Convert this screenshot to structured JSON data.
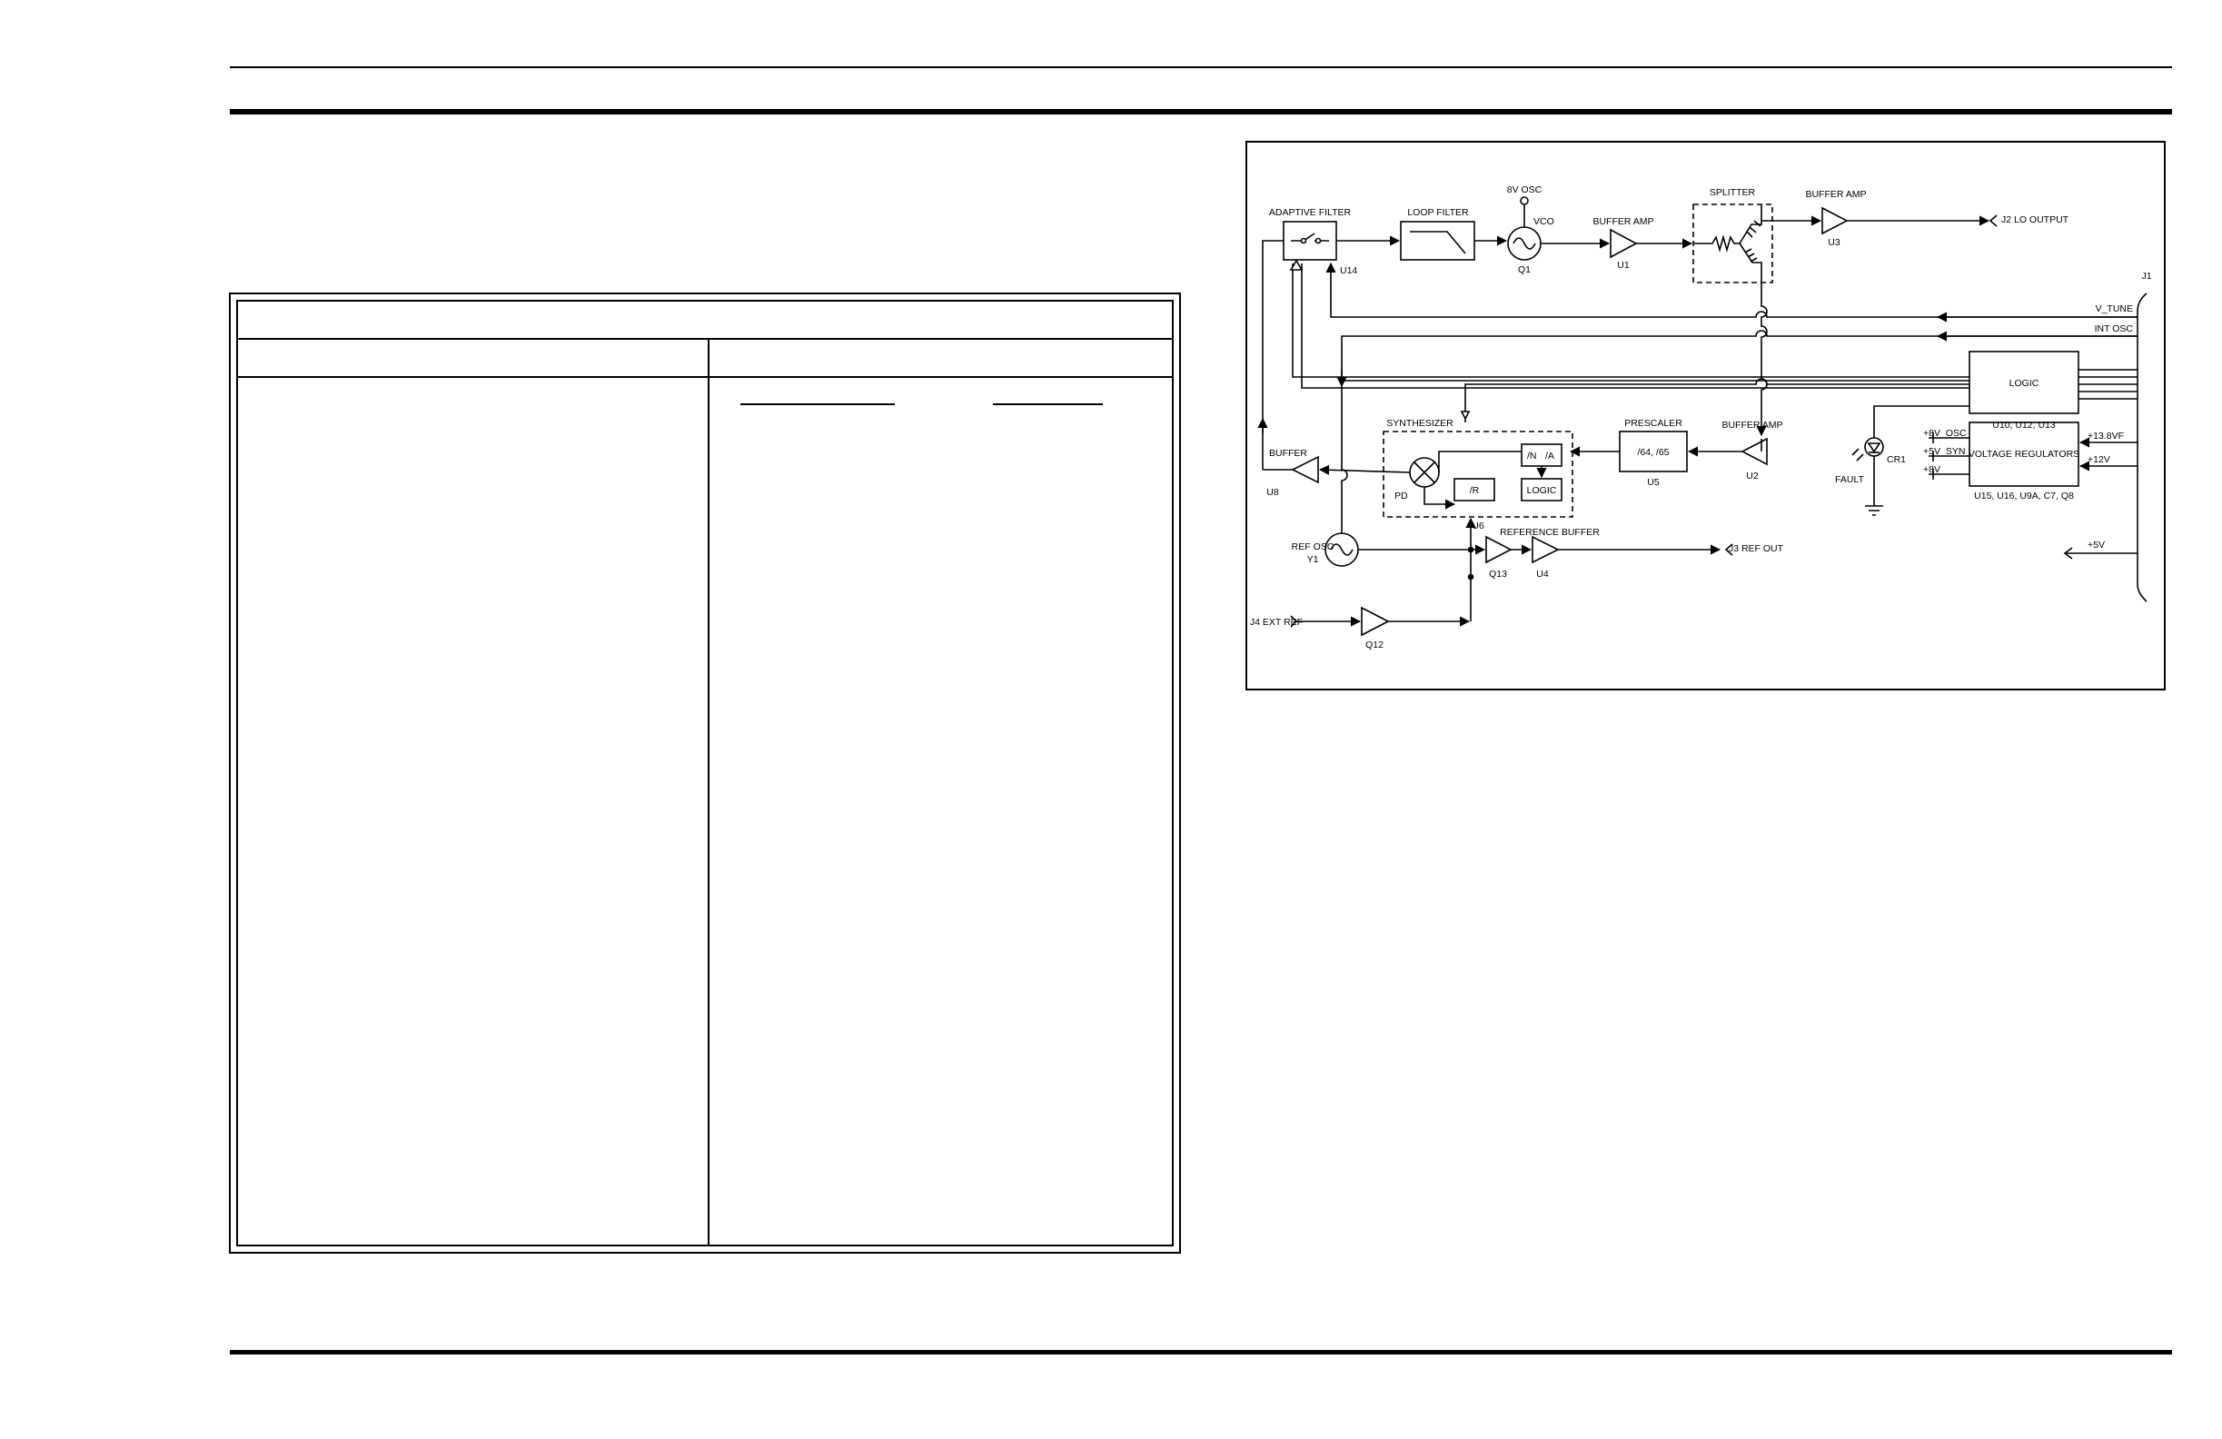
{
  "diagram": {
    "labels": {
      "adaptive_filter": "ADAPTIVE FILTER",
      "u14": "U14",
      "loop_filter": "LOOP FILTER",
      "osc_8v": "8V OSC",
      "vco": "VCO",
      "q1": "Q1",
      "buffer_amp_1": "BUFFER AMP",
      "u1": "U1",
      "splitter": "SPLITTER",
      "buffer_amp_3": "BUFFER AMP",
      "u3": "U3",
      "j2_lo_output": "J2 LO OUTPUT",
      "j1": "J1",
      "v_tune": "V_TUNE",
      "int_osc": "INT OSC",
      "logic_block": "LOGIC",
      "logic_ics": "U10, U12, U13",
      "synthesizer": "SYNTHESIZER",
      "div_n": "/N",
      "div_a": "/A",
      "logic_small": "LOGIC",
      "div_r": "/R",
      "pd": "PD",
      "u6": "U6",
      "prescaler": "PRESCALER",
      "prescaler_ratio": "/64, /65",
      "u5": "U5",
      "buffer_amp_2": "BUFFER AMP",
      "u2": "U2",
      "buffer": "BUFFER",
      "u8": "U8",
      "ref_osc": "REF OSC",
      "y1": "Y1",
      "q13": "Q13",
      "reference_buffer": "REFERENCE BUFFER",
      "u4": "U4",
      "j3_ref_out": "J3 REF OUT",
      "j4_ext_ref": "J4 EXT REF",
      "q12": "Q12",
      "fault": "FAULT",
      "cr1": "CR1",
      "v8_osc": "+8V_OSC",
      "v5_syn": "+5V_SYN",
      "v8": "+8V",
      "voltage_regulators": "VOLTAGE REGULATORS",
      "regulator_parts": "U15, U16, U9A, C7, Q8",
      "v13_8vf": "+13.8VF",
      "v12": "+12V",
      "v5": "+5V"
    }
  }
}
